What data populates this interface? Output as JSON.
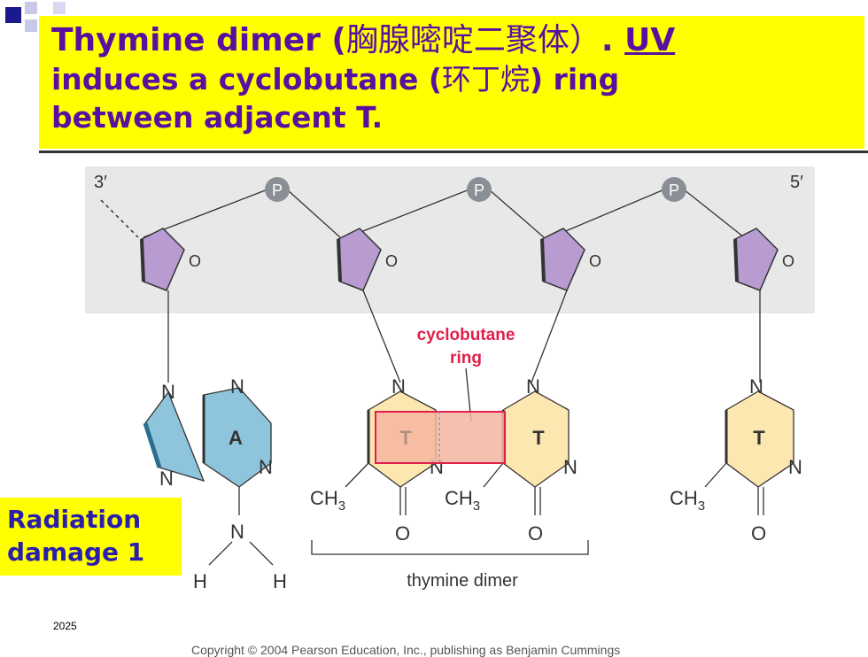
{
  "title": {
    "line1_a": "Thymine dimer (",
    "line1_cjk": "胸腺嘧啶二聚体）",
    "line1_b": ". ",
    "line1_uv": "UV",
    "line2_a": "induces a cyclobutane (",
    "line2_cjk": "环丁烷",
    "line2_b": ") ring",
    "line3": "between adjacent T."
  },
  "side_label": {
    "line1": "Radiation",
    "line2": "damage 1"
  },
  "figure": {
    "end_3": "3′",
    "end_5": "5′",
    "phosphate": "P",
    "ring_oxygen": "O",
    "cyclobutane_line1": "cyclobutane",
    "cyclobutane_line2": "ring",
    "base_A": "A",
    "base_T": "T",
    "nitrogen": "N",
    "ch3": "CH",
    "ch3_sub": "3",
    "carbonyl_o": "O",
    "hydrogen": "H",
    "dimer_label": "thymine dimer"
  },
  "colors": {
    "title_bg": "#ffff00",
    "title_text": "#5a0fa0",
    "side_text": "#2a1faa",
    "sugar": "#b79bd1",
    "adenine": "#8ec5dc",
    "thymine": "#fde7b0",
    "cyclobutane": "#f5b5a0",
    "cyclobutane_label": "#e0204a",
    "backbone_bg": "#e8e8e8",
    "phosphate": "#8a8f96"
  },
  "footer": {
    "date": "2025",
    "copyright": "Copyright © 2004 Pearson Education, Inc., publishing as Benjamin Cummings"
  }
}
